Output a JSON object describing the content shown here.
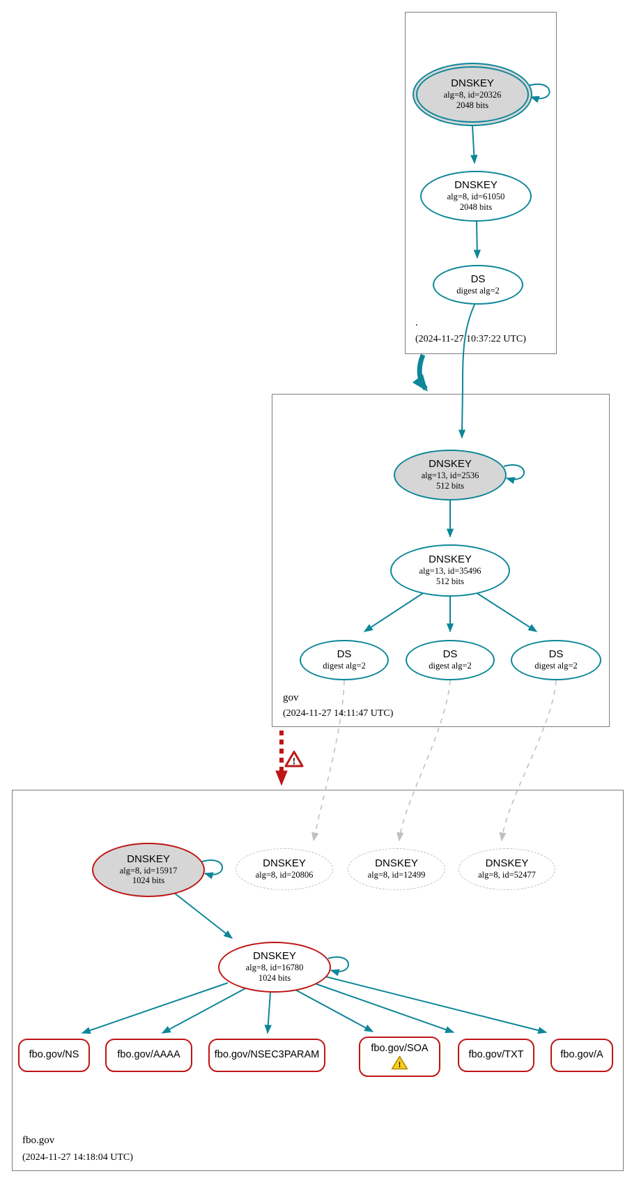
{
  "colors": {
    "teal": "#0d8698",
    "red": "#be1515",
    "grayfill": "#d6d6d6",
    "dashed": "#c0c0c0",
    "warnyellow": "#f8cf1c",
    "warnborder": "#b8860b"
  },
  "icons": {
    "edge_warning": "warning-triangle-red-outline",
    "soa_warning": "warning-triangle-yellow"
  },
  "root_zone": {
    "label": ".",
    "timestamp": "(2024-11-27 10:37:22 UTC)",
    "ksk": {
      "title": "DNSKEY",
      "line2": "alg=8, id=20326",
      "line3": "2048 bits"
    },
    "zsk": {
      "title": "DNSKEY",
      "line2": "alg=8, id=61050",
      "line3": "2048 bits"
    },
    "ds": {
      "title": "DS",
      "line2": "digest alg=2"
    }
  },
  "gov_zone": {
    "label": "gov",
    "timestamp": "(2024-11-27 14:11:47 UTC)",
    "ksk": {
      "title": "DNSKEY",
      "line2": "alg=13, id=2536",
      "line3": "512 bits"
    },
    "zsk": {
      "title": "DNSKEY",
      "line2": "alg=13, id=35496",
      "line3": "512 bits"
    },
    "ds_nodes": [
      {
        "title": "DS",
        "line2": "digest alg=2"
      },
      {
        "title": "DS",
        "line2": "digest alg=2"
      },
      {
        "title": "DS",
        "line2": "digest alg=2"
      }
    ]
  },
  "fbo_zone": {
    "label": "fbo.gov",
    "timestamp": "(2024-11-27 14:18:04 UTC)",
    "ksk": {
      "title": "DNSKEY",
      "line2": "alg=8, id=15917",
      "line3": "1024 bits"
    },
    "zsk": {
      "title": "DNSKEY",
      "line2": "alg=8, id=16780",
      "line3": "1024 bits"
    },
    "missing_keys": [
      {
        "title": "DNSKEY",
        "line2": "alg=8, id=20806"
      },
      {
        "title": "DNSKEY",
        "line2": "alg=8, id=12499"
      },
      {
        "title": "DNSKEY",
        "line2": "alg=8, id=52477"
      }
    ],
    "rrsets": [
      {
        "label": "fbo.gov/NS"
      },
      {
        "label": "fbo.gov/AAAA"
      },
      {
        "label": "fbo.gov/NSEC3PARAM"
      },
      {
        "label": "fbo.gov/SOA"
      },
      {
        "label": "fbo.gov/TXT"
      },
      {
        "label": "fbo.gov/A"
      }
    ]
  }
}
